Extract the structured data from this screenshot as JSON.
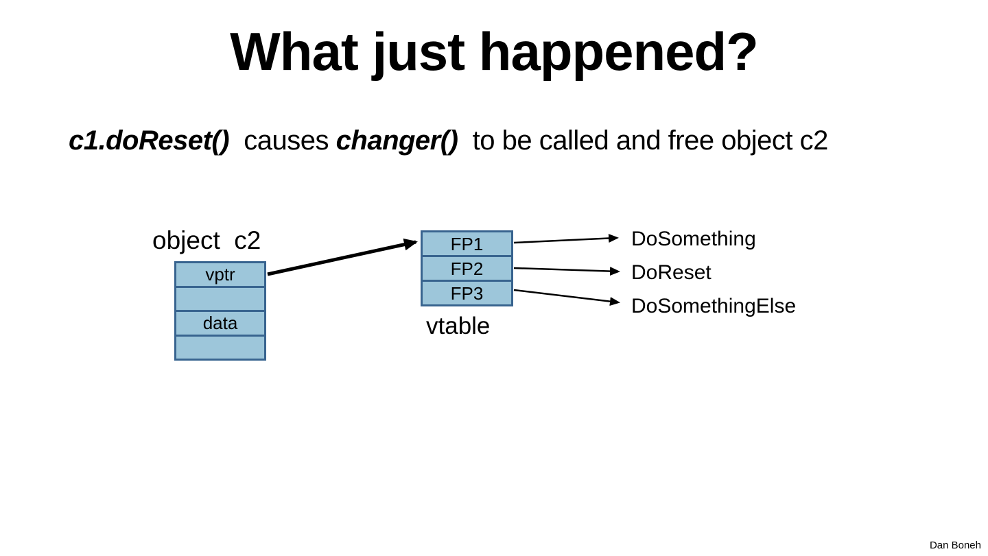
{
  "slide": {
    "title": "What just happened?",
    "subtitle": {
      "part1": "c1.doReset()",
      "part2": "  causes ",
      "part3": "changer()",
      "part4": "  to be called and free object c2"
    }
  },
  "diagram": {
    "object": {
      "label": "object  c2",
      "cells": [
        "vptr",
        "",
        "data",
        ""
      ]
    },
    "vtable": {
      "label": "vtable",
      "cells": [
        "FP1",
        "FP2",
        "FP3"
      ]
    },
    "functions": [
      "DoSomething",
      "DoReset",
      "DoSomethingElse"
    ]
  },
  "footer": {
    "author": "Dan Boneh"
  },
  "colors": {
    "background": "#ffffff",
    "text": "#000000",
    "cell_fill": "#9dc6da",
    "cell_border": "#38648f",
    "arrow": "#000000"
  }
}
